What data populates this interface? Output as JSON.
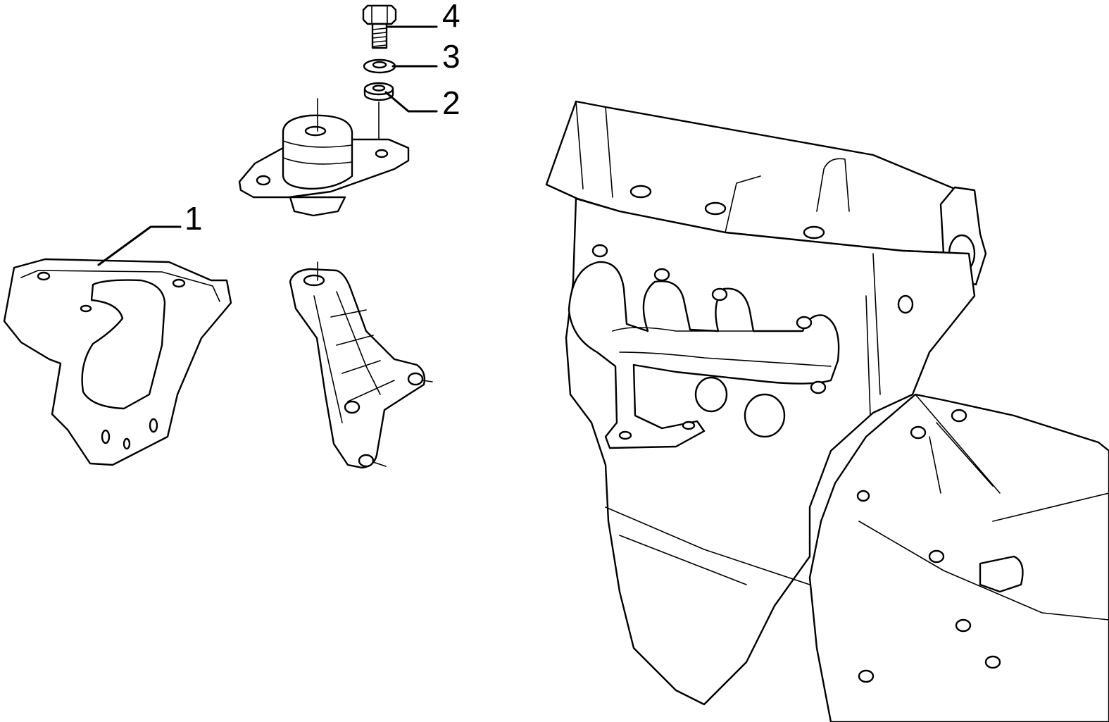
{
  "callouts": [
    {
      "id": "c1",
      "label": "1"
    },
    {
      "id": "c2",
      "label": "2"
    },
    {
      "id": "c3",
      "label": "3"
    },
    {
      "id": "c4",
      "label": "4"
    }
  ]
}
